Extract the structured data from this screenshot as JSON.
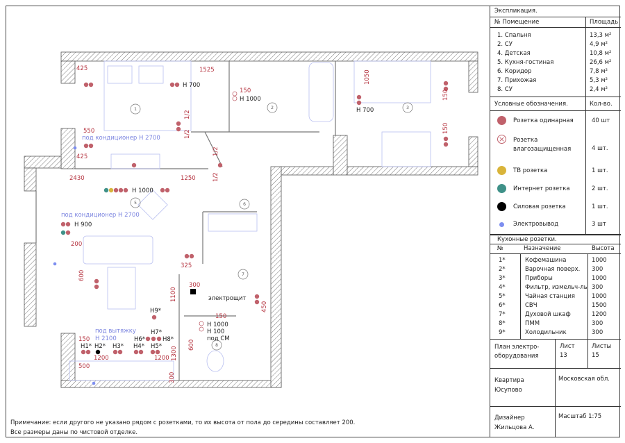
{
  "explication": {
    "title": "Экспликация.",
    "col_room": "№ Помещение",
    "col_area": "Площадь",
    "rooms": [
      {
        "name": "1. Спальня",
        "area": "13,3 м²"
      },
      {
        "name": "2. СУ",
        "area": "4,9 м²"
      },
      {
        "name": "4. Детская",
        "area": "10,8 м²"
      },
      {
        "name": "5. Кухня-гостиная",
        "area": "26,6 м²"
      },
      {
        "name": "6. Коридор",
        "area": "7,8 м²"
      },
      {
        "name": "7. Прихожая",
        "area": "5,3 м²"
      },
      {
        "name": "8. СУ",
        "area": "2,4 м²"
      }
    ]
  },
  "legend": {
    "title": "Условные обозначения.",
    "col_count": "Кол-во.",
    "items": [
      {
        "label": "Розетка одинарная",
        "count": "40 шт",
        "color": "#c0616b"
      },
      {
        "label": "Розетка влагозащищенная",
        "count": "4 шт.",
        "color": "#c0616b"
      },
      {
        "label": "ТВ розетка",
        "count": "1 шт.",
        "color": "#d9b43a"
      },
      {
        "label": "Интернет розетка",
        "count": "2 шт.",
        "color": "#3f9188"
      },
      {
        "label": "Силовая розетка",
        "count": "1 шт.",
        "color": "#000000"
      },
      {
        "label": "Электровывод",
        "count": "3 шт",
        "color": "#7d8ef0"
      }
    ]
  },
  "kitchen": {
    "title": "Кухонные розетки.",
    "col_no": "№",
    "col_purpose": "Назначение",
    "col_height": "Высота",
    "rows": [
      {
        "no": "1*",
        "purpose": "Кофемашина",
        "height": "1000"
      },
      {
        "no": "2*",
        "purpose": "Варочная поверх.",
        "height": "300"
      },
      {
        "no": "3*",
        "purpose": "Приборы",
        "height": "1000"
      },
      {
        "no": "4*",
        "purpose": "Фильтр, измельч-ль",
        "height": "300"
      },
      {
        "no": "5*",
        "purpose": "Чайная станция",
        "height": "1000"
      },
      {
        "no": "6*",
        "purpose": "СВЧ",
        "height": "1500"
      },
      {
        "no": "7*",
        "purpose": "Духовой шкаф",
        "height": "1200"
      },
      {
        "no": "8*",
        "purpose": "ПММ",
        "height": "300"
      },
      {
        "no": "9*",
        "purpose": "Холодильник",
        "height": "300"
      }
    ]
  },
  "stamp": {
    "plan_title": "План электро- оборудования",
    "sheet_label": "Лист",
    "sheet_value": "13",
    "sheets_label": "Листы",
    "sheets_value": "15",
    "project": "Квартира Юсупово",
    "region": "Московская обл.",
    "designer": "Дизайнер Жильцова А.",
    "scale": "Масштаб  1:75"
  },
  "note": {
    "line1": "Примечание: если другого не указано рядом с розетками, то их высота от пола до середины составляет 200.",
    "line2": "Все размеры даны по чистовой отделке."
  },
  "plan": {
    "room_numbers": [
      "1",
      "2",
      "3",
      "5",
      "6",
      "7",
      "8"
    ],
    "dims": [
      "425",
      "1525",
      "150",
      "550",
      "425",
      "1/2",
      "1/2",
      "1/2",
      "1/2",
      "2430",
      "1250",
      "200",
      "325",
      "600",
      "1100",
      "300",
      "450",
      "150",
      "600",
      "150",
      "1200",
      "1200",
      "1300",
      "500",
      "300",
      "1050",
      "150",
      "150"
    ],
    "labels": {
      "h700_a": "H 700",
      "h1000_bath": "H 1000",
      "ac_bedroom": "под кондиционер H 2700",
      "h1000_tv": "H 1000",
      "ac_living": "под кондиционер H 2700",
      "h900": "H 900",
      "panel": "электрощит",
      "h9": "H9*",
      "h1000_wc": "H 1000",
      "h100_wc": "H 100",
      "wm": "под СМ",
      "hood1": "под вытяжку",
      "hood2": "H 2100",
      "h6": "H6*",
      "h7": "H7*",
      "h8": "H8*",
      "h1": "H1*",
      "h2": "H2*",
      "h3": "H3*",
      "h4": "H4*",
      "h5": "H5*",
      "h700_b": "H 700"
    }
  }
}
